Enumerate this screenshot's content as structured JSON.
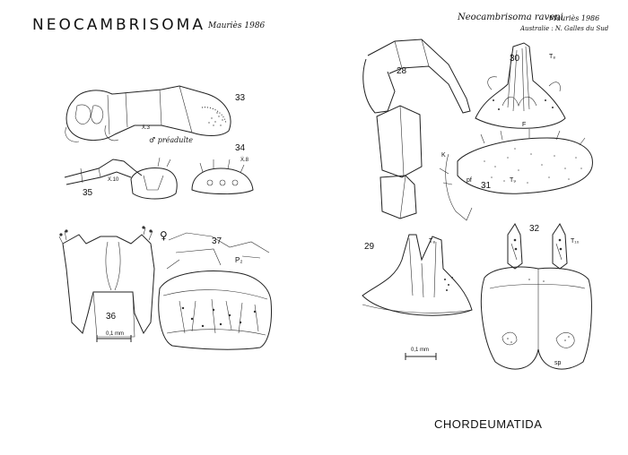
{
  "left_page": {
    "genus_title": "NEOCAMBRISOMA",
    "author_note": "Mauriès 1986",
    "fig33": {
      "number": "33",
      "label_a": "Ẋ.3",
      "note": "♂ préadulte"
    },
    "fig34": {
      "number": "34",
      "label": "Ẋ.8"
    },
    "fig35": {
      "number": "35",
      "label": "Ẋ.10"
    },
    "fig36": {
      "number": "36"
    },
    "fig37": {
      "number": "37",
      "label": "P₂"
    },
    "female_symbol": "♀",
    "scale_bar": "0,1 mm"
  },
  "right_page": {
    "species_title": "Neocambrisoma raveni",
    "author_note": "Mauriès 1986",
    "locality": "Australie : N. Galles du Sud",
    "fig28": {
      "number": "28"
    },
    "fig29": {
      "number": "29",
      "label": "T₈"
    },
    "fig30": {
      "number": "30",
      "label_t": "T₈",
      "label_f": "F"
    },
    "fig31": {
      "number": "31",
      "label_k": "K",
      "label_pf": "pf",
      "label_t": "T₉"
    },
    "fig32": {
      "number": "32",
      "label_t": "T₁₀",
      "label_sp": "sp"
    },
    "scale_bar": "0,1 mm"
  },
  "footer": {
    "order_label": "CHORDEUMATIDA"
  }
}
